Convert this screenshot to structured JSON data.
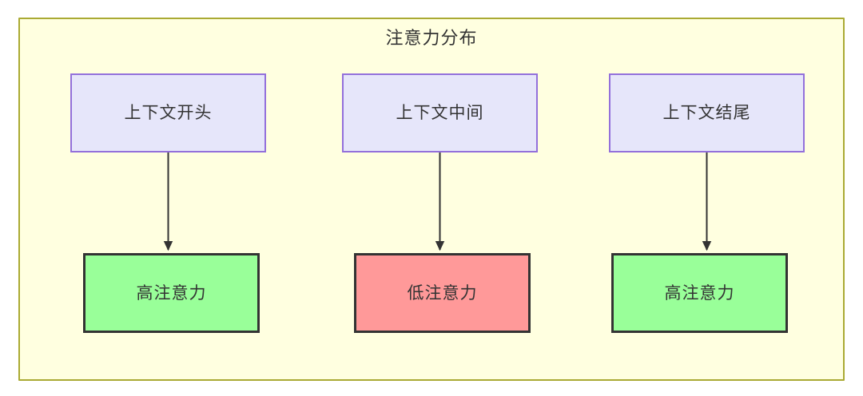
{
  "diagram": {
    "title": "注意力分布",
    "container": {
      "fill": "#ffffe0",
      "stroke": "#aaaa33"
    },
    "context_nodes": [
      {
        "id": "ctx-start",
        "label": "上下文开头",
        "fill": "#e6e6fa",
        "stroke": "#9370db"
      },
      {
        "id": "ctx-middle",
        "label": "上下文中间",
        "fill": "#e6e6fa",
        "stroke": "#9370db"
      },
      {
        "id": "ctx-end",
        "label": "上下文结尾",
        "fill": "#e6e6fa",
        "stroke": "#9370db"
      }
    ],
    "attention_nodes": [
      {
        "id": "attn-high-start",
        "label": "高注意力",
        "fill": "#99ff99",
        "stroke": "#333333",
        "level": "high"
      },
      {
        "id": "attn-low-middle",
        "label": "低注意力",
        "fill": "#ff9999",
        "stroke": "#333333",
        "level": "low"
      },
      {
        "id": "attn-high-end",
        "label": "高注意力",
        "fill": "#99ff99",
        "stroke": "#333333",
        "level": "high"
      }
    ],
    "edges": [
      {
        "from": "ctx-start",
        "to": "attn-high-start",
        "label": "",
        "style": "solid-arrow"
      },
      {
        "from": "ctx-middle",
        "to": "attn-low-middle",
        "label": "",
        "style": "solid-arrow"
      },
      {
        "from": "ctx-end",
        "to": "attn-high-end",
        "label": "",
        "style": "solid-arrow"
      }
    ]
  }
}
